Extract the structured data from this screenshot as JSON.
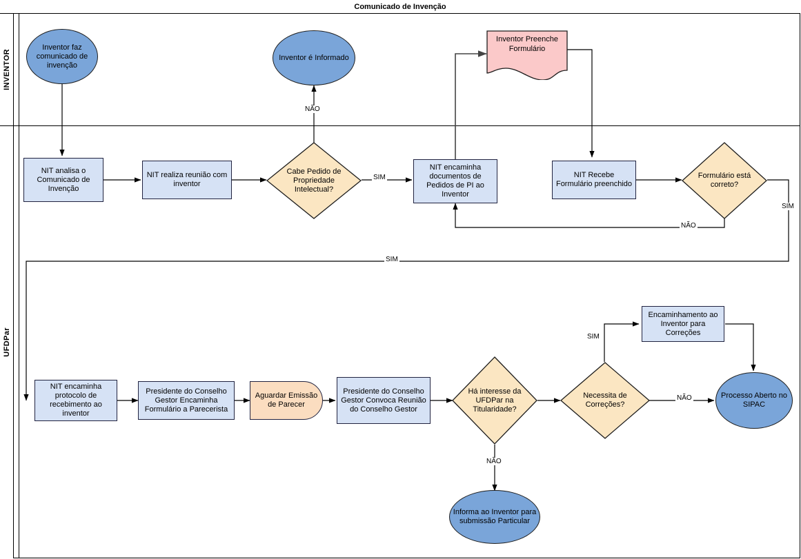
{
  "pool": {
    "title": "Comunicado de Invenção",
    "lanes": [
      {
        "id": "inventor",
        "label": "INVENTOR"
      },
      {
        "id": "ufdpar",
        "label": "UFDPar"
      }
    ]
  },
  "colors": {
    "ellipse_fill": "#7aa5d9",
    "process_fill": "#d6e2f5",
    "decision_fill": "#fbe6c2",
    "document_fill": "#fbc9c9",
    "wait_fill": "#fbddc0",
    "stroke": "#20223f",
    "line": "#000000"
  },
  "nodes": [
    {
      "id": "n1",
      "type": "ellipse",
      "lane": "inventor",
      "label": "Inventor faz comunicado de invenção"
    },
    {
      "id": "n2",
      "type": "ellipse",
      "lane": "inventor",
      "label": "Inventor é Informado"
    },
    {
      "id": "n3",
      "type": "document",
      "lane": "inventor",
      "label": "Inventor Preenche Formulário"
    },
    {
      "id": "n4",
      "type": "process",
      "lane": "ufdpar",
      "label": "NIT analisa o Comunicado de Invenção"
    },
    {
      "id": "n5",
      "type": "process",
      "lane": "ufdpar",
      "label": "NIT realiza reunião com inventor"
    },
    {
      "id": "n6",
      "type": "decision",
      "lane": "ufdpar",
      "label": "Cabe Pedido de Propriedade Intelectual?"
    },
    {
      "id": "n7",
      "type": "process",
      "lane": "ufdpar",
      "label": "NIT encaminha documentos de Pedidos de PI ao Inventor"
    },
    {
      "id": "n8",
      "type": "process",
      "lane": "ufdpar",
      "label": "NIT Recebe Formulário preenchido"
    },
    {
      "id": "n9",
      "type": "decision",
      "lane": "ufdpar",
      "label": "Formulário está correto?"
    },
    {
      "id": "n10",
      "type": "process",
      "lane": "ufdpar",
      "label": "NIT encaminha protocolo de recebimento ao inventor"
    },
    {
      "id": "n11",
      "type": "process",
      "lane": "ufdpar",
      "label": "Presidente do Conselho Gestor Encaminha Formulário a Parecerista"
    },
    {
      "id": "n12",
      "type": "wait",
      "lane": "ufdpar",
      "label": "Aguardar Emissão de Parecer"
    },
    {
      "id": "n13",
      "type": "process",
      "lane": "ufdpar",
      "label": "Presidente do Conselho Gestor Convoca Reunião do Conselho Gestor"
    },
    {
      "id": "n14",
      "type": "decision",
      "lane": "ufdpar",
      "label": "Há interesse da UFDPar na Titularidade?"
    },
    {
      "id": "n15",
      "type": "decision",
      "lane": "ufdpar",
      "label": "Necessita de Correções?"
    },
    {
      "id": "n16",
      "type": "process",
      "lane": "ufdpar",
      "label": "Encaminhamento ao Inventor para Correções"
    },
    {
      "id": "n17",
      "type": "ellipse",
      "lane": "ufdpar",
      "label": "Processo Aberto no SIPAC"
    },
    {
      "id": "n18",
      "type": "ellipse",
      "lane": "ufdpar",
      "label": "Informa ao Inventor para submissão Particular"
    }
  ],
  "edge_labels": {
    "nao_informado": "NÃO",
    "sim_cabe": "SIM",
    "nao_formulario": "NÃO",
    "sim_formulario": "SIM",
    "sim_longo": "SIM",
    "nao_titularidade": "NÃO",
    "sim_correcoes": "SIM",
    "nao_correcoes": "NÃO"
  }
}
